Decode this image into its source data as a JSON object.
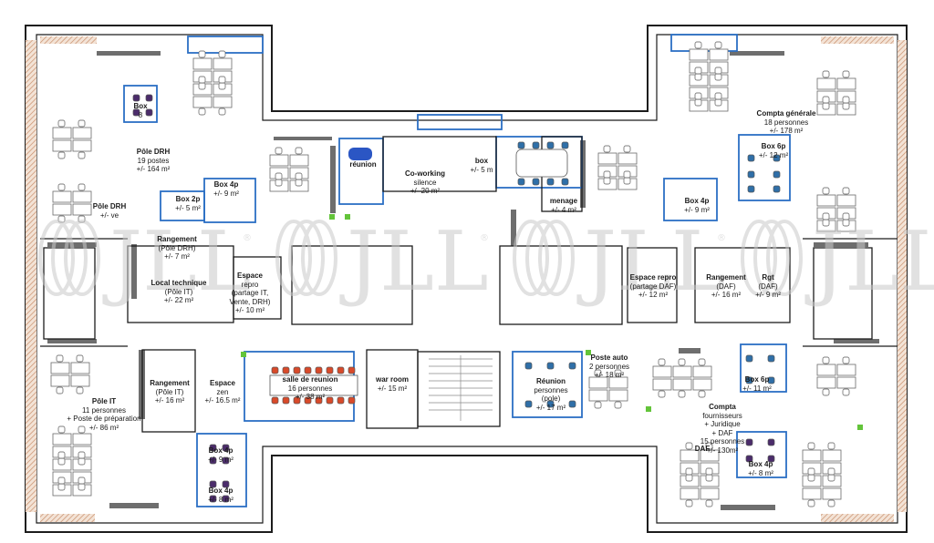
{
  "colors": {
    "wall": "#1c1c1c",
    "glass": "#2b6fc4",
    "outer_hatch": "#c98f6c",
    "gray_partition": "#6e6e6e",
    "watermark": "#c9c9c9",
    "meeting_chair": "#d94a2a",
    "purple_chair": "#4b2c6b",
    "blue_chair": "#2f6fa8",
    "plant": "#63c43a"
  },
  "watermark": {
    "text": "JLL",
    "registered": "®"
  },
  "rooms": [
    {
      "id": "pole-drh",
      "name": "Pôle DRH",
      "lines": [
        "19 postes",
        "+/- 164 m²"
      ]
    },
    {
      "id": "box-8p",
      "name": "Box",
      "lines": [
        "8"
      ]
    },
    {
      "id": "box-2p",
      "name": "Box 2p",
      "lines": [
        "+/- 5 m²"
      ]
    },
    {
      "id": "box-4p-left",
      "name": "Box 4p",
      "lines": [
        "+/- 9 m²"
      ]
    },
    {
      "id": "pole-drh-2",
      "name": "Pôle DRH",
      "lines": [
        "+/- ve"
      ]
    },
    {
      "id": "reunion",
      "name": "réunion",
      "lines": []
    },
    {
      "id": "coworking",
      "name": "Co-working",
      "lines": [
        "silence",
        "+/- 20 m²"
      ]
    },
    {
      "id": "box-5m",
      "name": "box",
      "lines": [
        "+/- 5 m"
      ]
    },
    {
      "id": "menage",
      "name": "menage",
      "lines": [
        "+/- 4 m²"
      ]
    },
    {
      "id": "box-4p-right",
      "name": "Box 4p",
      "lines": [
        "+/- 9 m²"
      ]
    },
    {
      "id": "compta-generale",
      "name": "Compta générale",
      "lines": [
        "18 personnes",
        "+/- 178 m²"
      ]
    },
    {
      "id": "box-6p-top",
      "name": "Box 6p",
      "lines": [
        "+/- 12 m²"
      ]
    },
    {
      "id": "rangement-drh",
      "name": "Rangement",
      "lines": [
        "(Pôle DRH)",
        "+/- 7 m²"
      ]
    },
    {
      "id": "local-technique",
      "name": "Local technique",
      "lines": [
        "(Pôle IT)",
        "+/- 22 m²"
      ]
    },
    {
      "id": "espace-repro-left",
      "name": "Espace",
      "lines": [
        "repro",
        "(partage IT,",
        "Vente, DRH)",
        "+/- 10 m²"
      ]
    },
    {
      "id": "espace-repro-right",
      "name": "Espace repro",
      "lines": [
        "(partage DAF)",
        "+/- 12 m²"
      ]
    },
    {
      "id": "rangement-daf",
      "name": "Rangement",
      "lines": [
        "(DAF)",
        "+/- 16 m²"
      ]
    },
    {
      "id": "rgt",
      "name": "Rgt",
      "lines": [
        "(DAF)",
        "+/- 9 m²"
      ]
    },
    {
      "id": "rangement-it",
      "name": "Rangement",
      "lines": [
        "(Pôle IT)",
        "+/- 16 m²"
      ]
    },
    {
      "id": "espace-zen",
      "name": "Espace",
      "lines": [
        "zen",
        "+/- 16.5 m²"
      ]
    },
    {
      "id": "salle-reunion",
      "name": "salle de reunion",
      "lines": [
        "16 personnes",
        "+/- 38 m²"
      ]
    },
    {
      "id": "war-room",
      "name": "war room",
      "lines": [
        "+/- 15 m²"
      ]
    },
    {
      "id": "reunion-personnes",
      "name": "Réunion",
      "lines": [
        "personnes",
        "(pole)",
        "+/- 17 m²"
      ]
    },
    {
      "id": "poste-auto",
      "name": "Poste auto",
      "lines": [
        "2 personnes",
        "+/- 18 m²"
      ]
    },
    {
      "id": "box-6p-bottom",
      "name": "Box 6p",
      "lines": [
        "+/- 11 m²"
      ]
    },
    {
      "id": "pole-it",
      "name": "Pôle IT",
      "lines": [
        "11 personnes",
        "+ Poste de préparation",
        "+/- 86 m²"
      ]
    },
    {
      "id": "compta-fournisseurs",
      "name": "Compta",
      "lines": [
        "fournisseurs",
        "+ Juridique",
        "+ DAF",
        "15 personnes",
        "+/- 130m²"
      ]
    },
    {
      "id": "daf",
      "name": "DAF",
      "lines": []
    },
    {
      "id": "box-4p-bottom-right",
      "name": "Box 4p",
      "lines": [
        "+/- 8 m²"
      ]
    },
    {
      "id": "box-4p-bottom-left-a",
      "name": "Box 4p",
      "lines": [
        "+/- 9 m²"
      ]
    },
    {
      "id": "box-4p-bottom-left-b",
      "name": "Box 4p",
      "lines": [
        "+/- 8 m²"
      ]
    }
  ]
}
